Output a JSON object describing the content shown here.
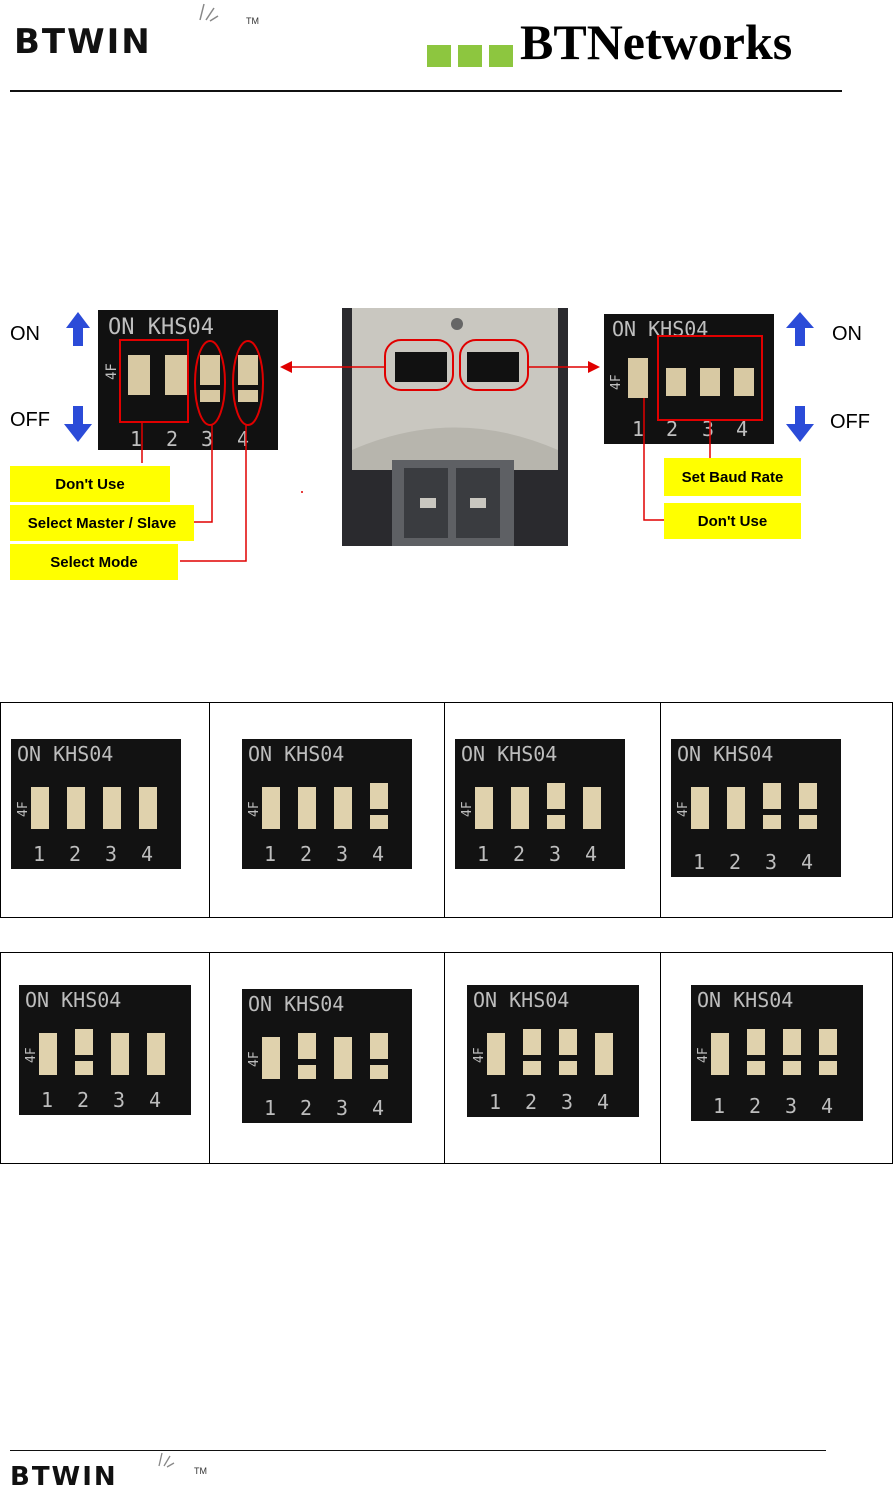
{
  "header": {
    "logo_text": "BTWIN",
    "logo_tm": "TM",
    "brand_text": "BTNetworks"
  },
  "diagram": {
    "left_switch": {
      "on": "ON",
      "off": "OFF",
      "model": "ON KHS04",
      "side": "4F",
      "numbers": [
        "1",
        "2",
        "3",
        "4"
      ]
    },
    "right_switch": {
      "on": "ON",
      "off": "OFF",
      "model": "ON KHS04",
      "side": "4F",
      "numbers": [
        "1",
        "2",
        "3",
        "4"
      ]
    },
    "labels_left": [
      "Don't Use",
      "Select Master / Slave",
      "Select Mode"
    ],
    "labels_right": [
      "Set Baud Rate",
      "Don't Use"
    ]
  },
  "table1": [
    {
      "positions": [
        "on",
        "on",
        "on",
        "on"
      ]
    },
    {
      "positions": [
        "on",
        "on",
        "on",
        "off"
      ]
    },
    {
      "positions": [
        "on",
        "on",
        "off",
        "on"
      ]
    },
    {
      "positions": [
        "on",
        "on",
        "off",
        "off"
      ]
    }
  ],
  "table2": [
    {
      "positions": [
        "on",
        "off",
        "on",
        "on"
      ]
    },
    {
      "positions": [
        "on",
        "off",
        "on",
        "off"
      ]
    },
    {
      "positions": [
        "on",
        "off",
        "off",
        "on"
      ]
    },
    {
      "positions": [
        "on",
        "off",
        "off",
        "off"
      ]
    }
  ],
  "switch_text": {
    "model": "ON KHS04",
    "side": "4F",
    "numbers": [
      "1",
      "2",
      "3",
      "4"
    ]
  },
  "footer": {
    "logo_text": "BTWIN",
    "logo_tm": "TM"
  },
  "colors": {
    "label_bg": "#ffff00",
    "arrow_red": "#e00000",
    "arrow_blue": "#2b4bd8",
    "logo_green": "#8dc63f"
  }
}
